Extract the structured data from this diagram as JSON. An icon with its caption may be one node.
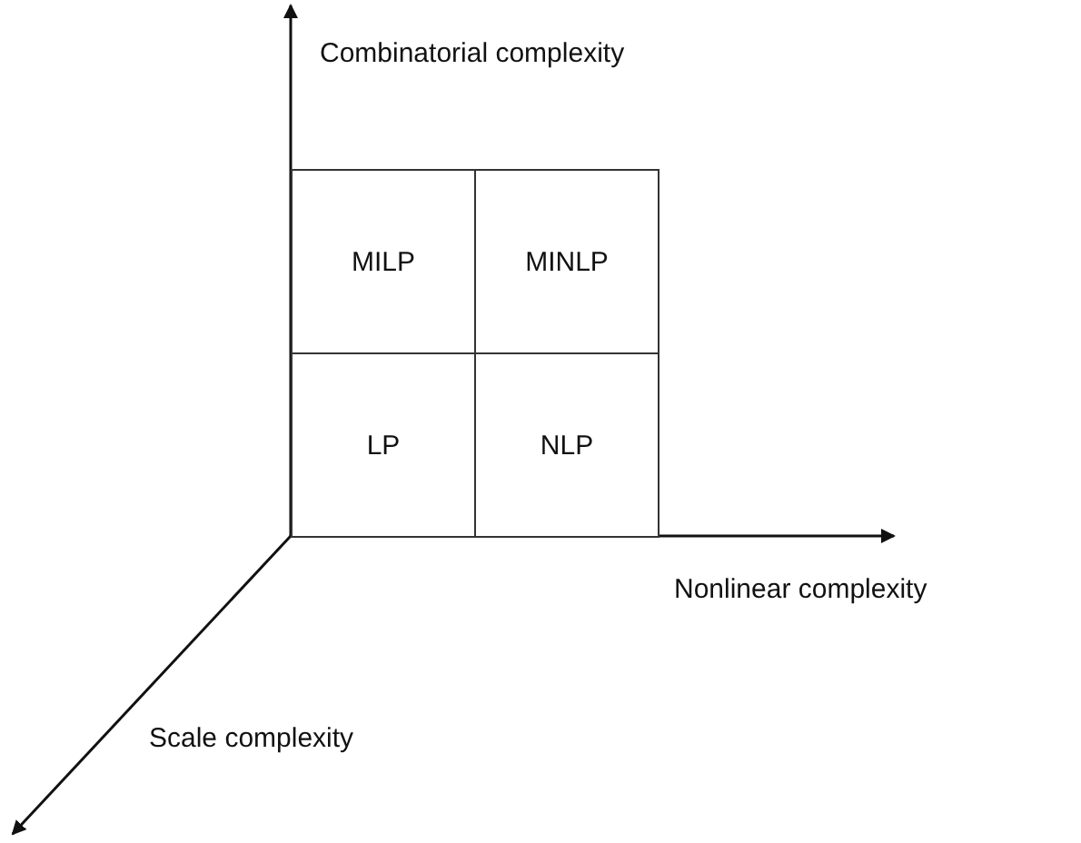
{
  "diagram": {
    "nodes": [
      {
        "text": [
          "MILP"
        ]
      },
      {
        "text": [
          "MINLP"
        ]
      },
      {
        "text": [
          "LP"
        ]
      },
      {
        "text": [
          "NLP"
        ]
      }
    ],
    "labels": [
      "Combinatorial complexity",
      "Nonlinear complexity",
      "Scale complexity"
    ]
  }
}
